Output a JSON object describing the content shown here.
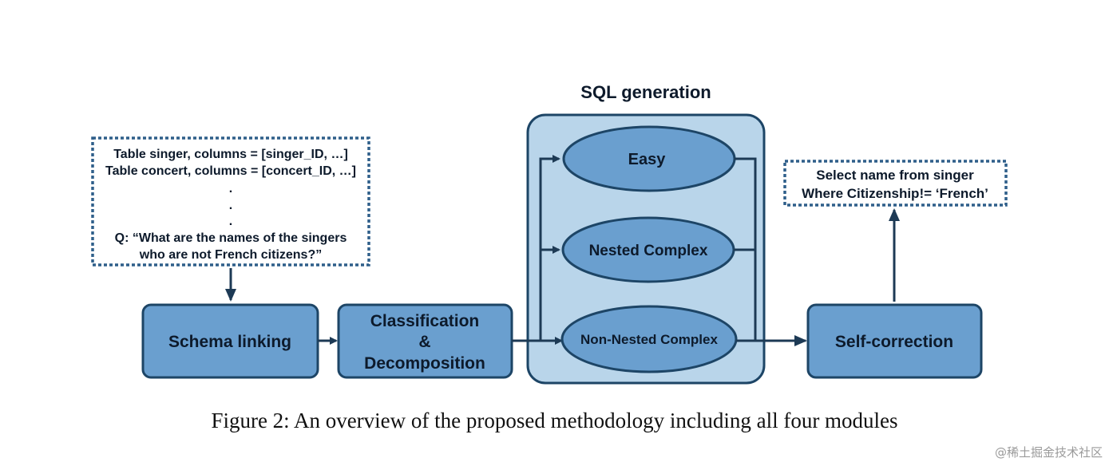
{
  "diagram": {
    "input_box": {
      "lines": [
        "Table singer, columns = [singer_ID, …]",
        "Table concert, columns = [concert_ID, …]",
        ".",
        ".",
        ".",
        "Q: “What are the names of the singers",
        "who are not French citizens?”"
      ]
    },
    "output_box": {
      "lines": [
        "Select name from singer",
        "Where Citizenship!= ‘French’"
      ]
    },
    "modules": {
      "schema_linking": "Schema linking",
      "classification": [
        "Classification",
        "&",
        "Decomposition"
      ],
      "self_correction": "Self-correction"
    },
    "sql_generation": {
      "title": "SQL generation",
      "classes": {
        "easy": "Easy",
        "nested": "Nested Complex",
        "non_nested": "Non-Nested Complex"
      }
    },
    "colors": {
      "box_fill": "#6a9fcf",
      "box_stroke": "#1d4566",
      "panel_fill": "#b9d5ea",
      "panel_stroke": "#1d4566",
      "arrow": "#1d3a55",
      "dotted_border": "#2f5f8a"
    }
  },
  "caption": "Figure 2: An overview of the proposed methodology including all four modules",
  "watermark": "@稀土掘金技术社区"
}
